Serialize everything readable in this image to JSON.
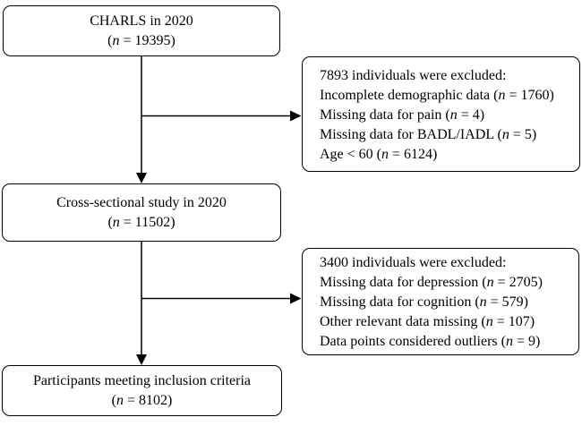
{
  "flowchart": {
    "boxes": {
      "top": {
        "line1": "CHARLS in 2020",
        "line2": "(n = 19395)"
      },
      "exclusion1": {
        "title": "7893 individuals were excluded:",
        "items": [
          "Incomplete demographic data (n = 1760)",
          "Missing data for pain (n = 4)",
          "Missing data for BADL/IADL (n = 5)",
          "Age < 60 (n = 6124)"
        ]
      },
      "middle": {
        "line1": "Cross-sectional study in 2020",
        "line2": "(n = 11502)"
      },
      "exclusion2": {
        "title": "3400 individuals were excluded:",
        "items": [
          "Missing data for depression (n = 2705)",
          "Missing data for cognition (n = 579)",
          "Other relevant data missing (n = 107)",
          "Data points considered outliers (n = 9)"
        ]
      },
      "bottom": {
        "line1": "Participants meeting inclusion criteria",
        "line2": "(n = 8102)"
      }
    },
    "colors": {
      "border": "#000000",
      "text": "#000000",
      "background": "#ffffff"
    }
  }
}
